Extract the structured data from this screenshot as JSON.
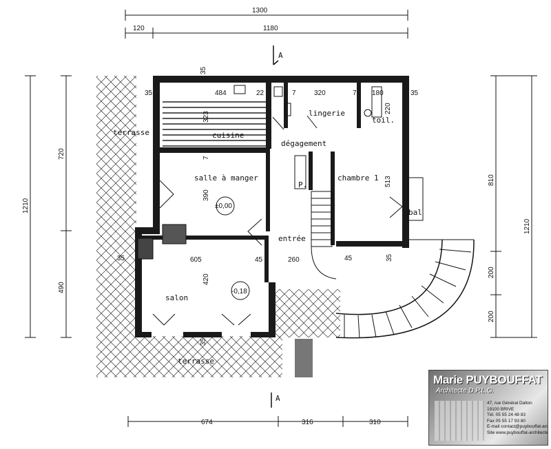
{
  "dimensions": {
    "top_total": "1300",
    "top_left": "120",
    "top_right": "1180",
    "left_outer": "1210",
    "left_upper": "720",
    "left_lower": "490",
    "right_outer": "1210",
    "right_upper": "810",
    "right_mid": "200",
    "right_low": "200",
    "bottom_a": "674",
    "bottom_b": "316",
    "bottom_c": "310",
    "inner_484": "484",
    "inner_22": "22",
    "inner_7a": "7",
    "inner_320": "320",
    "inner_7b": "7",
    "inner_180": "180",
    "inner_35_tl": "35",
    "inner_35_top": "35",
    "inner_35_tr": "35",
    "inner_323": "323",
    "inner_390": "390",
    "inner_420": "420",
    "inner_220": "220",
    "inner_513": "513",
    "inner_605": "605",
    "inner_45a": "45",
    "inner_260": "260",
    "inner_45b": "45",
    "inner_35_left": "35",
    "inner_35_bottom": "35",
    "inner_35_right": "35",
    "inner_7_mid": "7"
  },
  "section_marks": {
    "top": "A",
    "bottom": "A"
  },
  "rooms": {
    "terrasse_top": "terrasse",
    "cuisine": "cuisine",
    "lingerie": "lingerie",
    "wc": "toil.",
    "degagement": "dégagement",
    "salle_a_manger": "salle à manger",
    "chambre": "chambre 1",
    "placard": "P.",
    "balcon": "bal",
    "entree": "entrée",
    "salon": "salon",
    "terrasse_bottom": "terrasse"
  },
  "levels": {
    "dining": "±0,00",
    "salon": "-0,18"
  },
  "card": {
    "first_name": "Marie",
    "last_name": "PUYBOUFFAT",
    "title": "Architecte D.P.L.G.",
    "address": "47, rue Général Dalton",
    "city": "19100 BRIVE",
    "tel": "Tél. 05 55 24 48 83",
    "fax": "Fax 05 55 17 93 80",
    "email": "E-mail contact@puybouffat-architecte.fr",
    "site": "Site www.puybouffat-architecte.fr"
  }
}
